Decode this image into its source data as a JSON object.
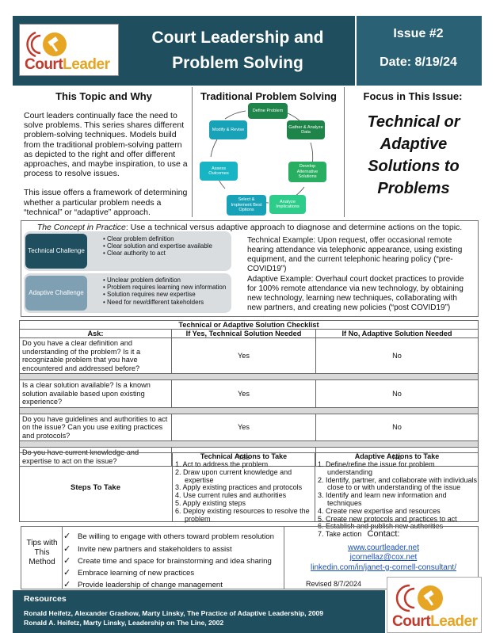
{
  "header": {
    "title_line1": "Court Leadership and",
    "title_line2": "Problem Solving",
    "issue": "Issue #2",
    "date": "Date: 8/19/24",
    "logo_text_a": "Court",
    "logo_text_b": "Leader"
  },
  "intro": {
    "heading": "This Topic and Why",
    "para1": "Court leaders continually face the need to solve problems.  This series shares different problem-solving techniques. Models build from the traditional problem-solving pattern as depicted to the right and offer different approaches, and maybe inspiration, to use a process to resolve issues.",
    "para2": "This issue offers a framework of determining whether a particular problem needs a “technical” or “adaptive” approach."
  },
  "diagram": {
    "heading": "Traditional Problem Solving",
    "steps": [
      "Define Problem",
      "Gather & Analyze Data",
      "Develop Alternative Solutions",
      "Analyze Implications",
      "Select & Implement Best Options",
      "Assess Outcomes",
      "Modify & Revise"
    ]
  },
  "focus": {
    "heading": "Focus in This Issue:",
    "line1": "Technical or",
    "line2": "Adaptive",
    "line3": "Solutions to",
    "line4": "Problems"
  },
  "concept": {
    "title_italic": "The Concept in Practice",
    "title_rest": ": Use a technical versus adaptive approach to diagnose and determine actions on the topic.",
    "technical_tag": "Technical Challenge",
    "technical_items": [
      "Clear problem definition",
      "Clear solution and expertise available",
      "Clear authority to act"
    ],
    "adaptive_tag": "Adaptive Challenge",
    "adaptive_items": [
      "Unclear problem definition",
      "Problem requires learning new information",
      "Solution requires new expertise",
      "Need for new/different takeholders"
    ],
    "technical_example": "Technical Example: Upon request, offer occasional remote hearing attendance via telephonic appearance, using existing equipment, and the current telephonic hearing policy (“pre-COVID19”)",
    "adaptive_example": "Adaptive Example: Overhaul court docket practices to provide for 100% remote attendance via new technology, by obtaining new technology, learning new techniques, collaborating with new partners, and creating new policies (“post COVID19”)"
  },
  "checklist": {
    "caption": "Technical or Adaptive Solution Checklist",
    "col_ask": "Ask:",
    "col_yes": "If Yes, Technical Solution Needed",
    "col_no": "If No, Adaptive Solution Needed",
    "rows": [
      {
        "q": "Do you have a clear definition and understanding of the problem?  Is it a recognizable problem that you have encountered and addressed before?",
        "yes": "Yes",
        "no": "No"
      },
      {
        "q": "Is a clear solution available? Is a known solution available based upon existing experience?",
        "yes": "Yes",
        "no": "No"
      },
      {
        "q": "Do you have guidelines and authorities to act on the issue? Can you use exiting practices and protocols?",
        "yes": "Yes",
        "no": "No"
      },
      {
        "q": "Do you have current knowledge and expertise to act on the issue?",
        "yes": "Yes",
        "no": "No"
      }
    ]
  },
  "steps": {
    "label": "Steps To Take",
    "technical_head": "Technical Actions to Take",
    "technical": [
      "1. Act to address the problem",
      "2. Draw upon current knowledge and expertise",
      "3. Apply existing practices and protocols",
      "4. Use current rules and authorities",
      "5. Apply existing steps",
      "6. Deploy existing resources to resolve the problem"
    ],
    "adaptive_head": "Adaptive Actions to Take",
    "adaptive": [
      "1. Define/refine the issue for problem understanding",
      "2. Identify, partner, and collaborate with individuals close to or with understanding of the issue",
      "3. Identify and learn new information and techniques",
      "4. Create new expertise and resources",
      "5. Create new protocols and practices to act",
      "6. Establish and publish new authorities",
      "7. Take action"
    ]
  },
  "tips": {
    "label": "Tips with This Method",
    "items": [
      "Be willing to engage with others toward problem resolution",
      "Invite new partners and stakeholders to assist",
      "Create time and space for brainstorming and idea sharing",
      "Embrace learning of new practices",
      "Provide leadership of change management"
    ]
  },
  "contact": {
    "title": "Contact:",
    "link1": "www.courtleader.net",
    "link2": "jcornellaz@cox.net",
    "link3": "linkedin.com/in/janet-g-cornell-consultant/",
    "revised": "Revised 8/7/2024"
  },
  "resources": {
    "title": "Resources",
    "line1": "Ronald Heifetz, Alexander Grashow, Marty Linsky, The Practice of Adaptive Leadership, 2009",
    "line2": "Ronald A. Heifetz, Marty Linsky, Leadership on The Line, 2002"
  },
  "colors": {
    "header_bg": "#1f4e5f",
    "node_green": "#1e8449",
    "node_teal": "#17a2b8",
    "technical_tag": "#1f4e5f",
    "adaptive_tag": "#7f9fb3"
  }
}
